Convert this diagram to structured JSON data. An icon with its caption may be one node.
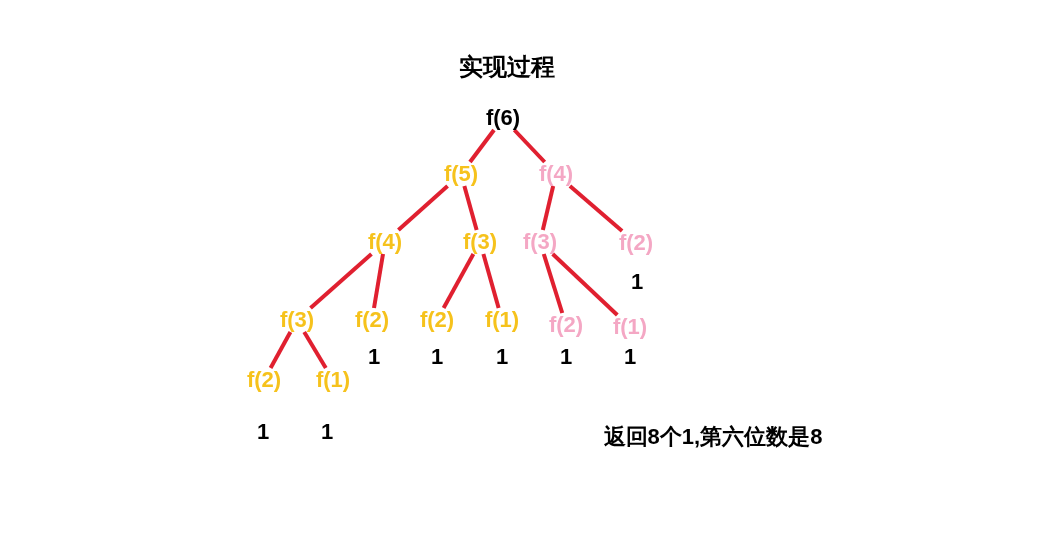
{
  "diagram": {
    "title": "实现过程",
    "nodes": [
      {
        "text": [
          "f(6)"
        ]
      },
      {
        "text": [
          "f(5)"
        ]
      },
      {
        "text": [
          "f(4)"
        ]
      },
      {
        "text": [
          "f(4)"
        ]
      },
      {
        "text": [
          "f(3)"
        ]
      },
      {
        "text": [
          "f(3)"
        ]
      },
      {
        "text": [
          "f(2)"
        ],
        "beside": [
          "1"
        ]
      },
      {
        "text": [
          "f(3)"
        ]
      },
      {
        "text": [
          "f(2)"
        ],
        "beside": [
          "1"
        ]
      },
      {
        "text": [
          "f(2)"
        ],
        "beside": [
          "1"
        ]
      },
      {
        "text": [
          "f(1)"
        ],
        "beside": [
          "1"
        ]
      },
      {
        "text": [
          "f(2)"
        ],
        "beside": [
          "1"
        ]
      },
      {
        "text": [
          "f(1)"
        ],
        "beside": [
          "1"
        ]
      },
      {
        "text": [
          "f(2)"
        ],
        "beside": [
          "1"
        ]
      },
      {
        "text": [
          "f(1)"
        ],
        "beside": [
          "1"
        ]
      }
    ],
    "edges": [
      {
        "from": 0,
        "to": 1,
        "arrow": "none"
      },
      {
        "from": 0,
        "to": 2,
        "arrow": "none"
      },
      {
        "from": 1,
        "to": 3,
        "arrow": "none"
      },
      {
        "from": 1,
        "to": 4,
        "arrow": "none"
      },
      {
        "from": 2,
        "to": 5,
        "arrow": "none"
      },
      {
        "from": 2,
        "to": 6,
        "arrow": "none"
      },
      {
        "from": 3,
        "to": 7,
        "arrow": "none"
      },
      {
        "from": 3,
        "to": 8,
        "arrow": "none"
      },
      {
        "from": 4,
        "to": 9,
        "arrow": "none"
      },
      {
        "from": 4,
        "to": 10,
        "arrow": "none"
      },
      {
        "from": 5,
        "to": 11,
        "arrow": "none"
      },
      {
        "from": 5,
        "to": 12,
        "arrow": "none"
      },
      {
        "from": 7,
        "to": 13,
        "arrow": "none"
      },
      {
        "from": 7,
        "to": 14,
        "arrow": "none"
      }
    ],
    "labels": [
      "返回8个1,第六位数是8"
    ]
  }
}
